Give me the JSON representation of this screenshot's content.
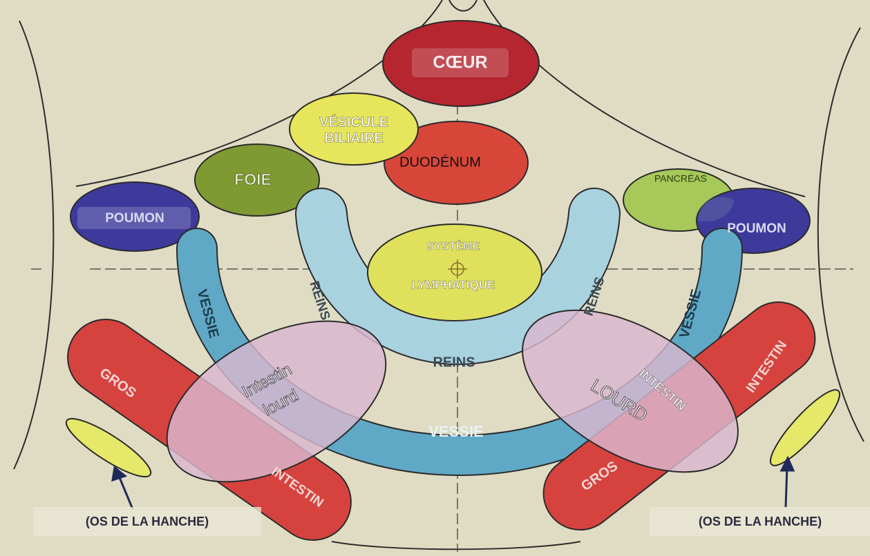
{
  "colors": {
    "background": "#ddd9bf",
    "heart": "#b52630",
    "gallbladder": "#e7e55c",
    "duodenum": "#d8463a",
    "liver": "#7f9a32",
    "lung": "#3e3a9c",
    "pancreas": "#a6c95a",
    "lymphatic": "#dfe05c",
    "kidney": "#a9d2df",
    "bladder": "#5fa9c6",
    "large_intestine": "#d6433f",
    "heavy_intestine": "#d9b7cf",
    "hip_bone": "#e6e86a",
    "outline": "#2b2b2b"
  },
  "labels": {
    "coeur": "CŒUR",
    "vesicule_line1": "VÉSICULE",
    "vesicule_line2": "BILIAIRE",
    "duodenum": "DUODÉNUM",
    "foie": "FOIE",
    "poumon_left": "POUMON",
    "pancreas": "PANCRÉAS",
    "poumon_right": "POUMON",
    "lymph_line1": "SYSTÈME",
    "lymph_line2": "LYMPHATIQUE",
    "reins_left": "REINS",
    "reins_right": "REINS",
    "reins_bottom": "REINS",
    "vessie_left": "VESSIE",
    "vessie_right": "VESSIE",
    "vessie_bottom": "VESSIE",
    "gros_left": "GROS",
    "intestin_left": "INTESTIN",
    "intestin_lourd_line1": "Intestin",
    "intestin_lourd_line2": "lourd",
    "intestin_right_overlap": "INTESTIN",
    "lourd_right": "LOURD",
    "intestin_right": "INTESTIN",
    "gros_right": "GROS",
    "os_left": "(OS DE LA HANCHE)",
    "os_right": "(OS DE LA HANCHE)"
  }
}
